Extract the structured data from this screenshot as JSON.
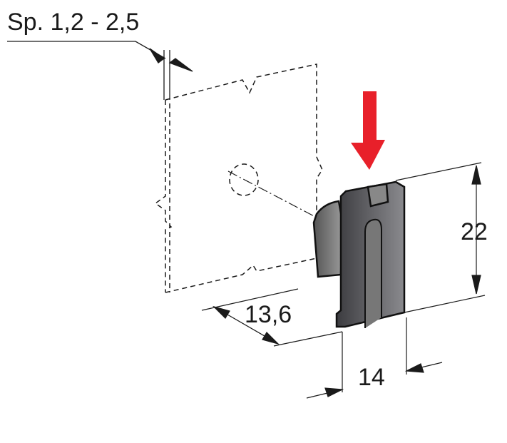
{
  "labels": {
    "thickness": "Sp. 1,2 - 2,5",
    "height": "22",
    "depth": "13,6",
    "width": "14"
  },
  "colors": {
    "arrow": "#e8202a",
    "part": "#5a5a5e",
    "line": "#1a1a1a"
  }
}
